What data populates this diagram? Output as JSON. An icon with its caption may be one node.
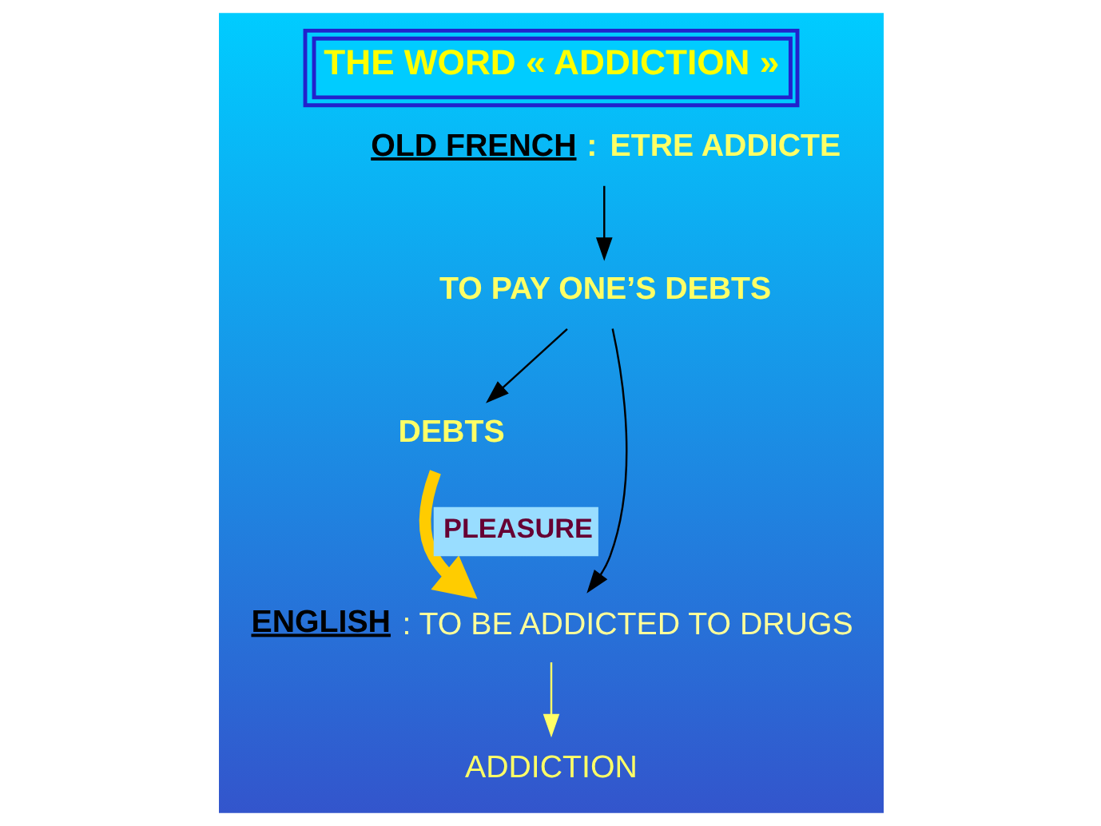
{
  "diagram": {
    "title": "THE WORD « ADDICTION »",
    "nodes": [
      {
        "text": [
          "OLD FRENCH",
          ":",
          "ETRE ADDICTE"
        ]
      },
      {
        "text": [
          "TO PAY ONE’S DEBTS"
        ]
      },
      {
        "text": [
          "DEBTS"
        ]
      },
      {
        "text": [
          "ENGLISH",
          ": TO BE ADDICTED TO DRUGS"
        ]
      },
      {
        "text": [
          "ADDICTION"
        ]
      }
    ],
    "edges": [
      {
        "from": 0,
        "to": 1,
        "arrow": "to"
      },
      {
        "from": 1,
        "to": 2,
        "arrow": "to"
      },
      {
        "from": 2,
        "to": 3,
        "arrow": "to",
        "label": "PLEASURE",
        "style": "thick",
        "color": "#ffcc00"
      },
      {
        "from": 1,
        "to": 3,
        "arrow": "to"
      },
      {
        "from": 3,
        "to": 4,
        "arrow": "to",
        "color": "#ffff66"
      }
    ]
  }
}
